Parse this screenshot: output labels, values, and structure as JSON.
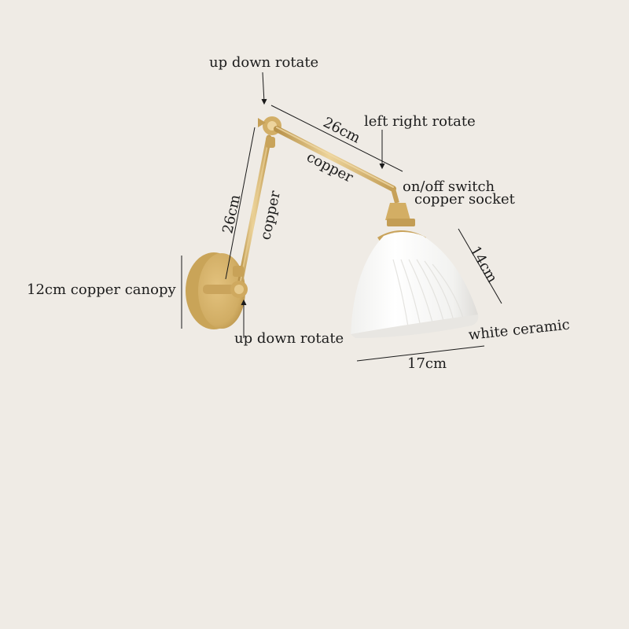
{
  "colors": {
    "background": "#efebe5",
    "brass": "#d4b06a",
    "brass_dark": "#b48f45",
    "brass_light": "#ecd39a",
    "ceramic": "#fbfbfa",
    "line": "#1a1a1a"
  },
  "product": {
    "type": "swing arm wall lamp",
    "labels": {
      "top_joint": "up down rotate",
      "upper_arm_length": "26cm",
      "upper_arm_material": "copper",
      "upper_arm_rotation": "left right rotate",
      "switch": "on/off switch",
      "socket": "copper socket",
      "lower_arm_length": "26cm",
      "lower_arm_material": "copper",
      "canopy": "12cm copper canopy",
      "bottom_joint": "up down rotate",
      "shade_height": "14cm",
      "shade_material": "white ceramic",
      "shade_width": "17cm"
    }
  }
}
